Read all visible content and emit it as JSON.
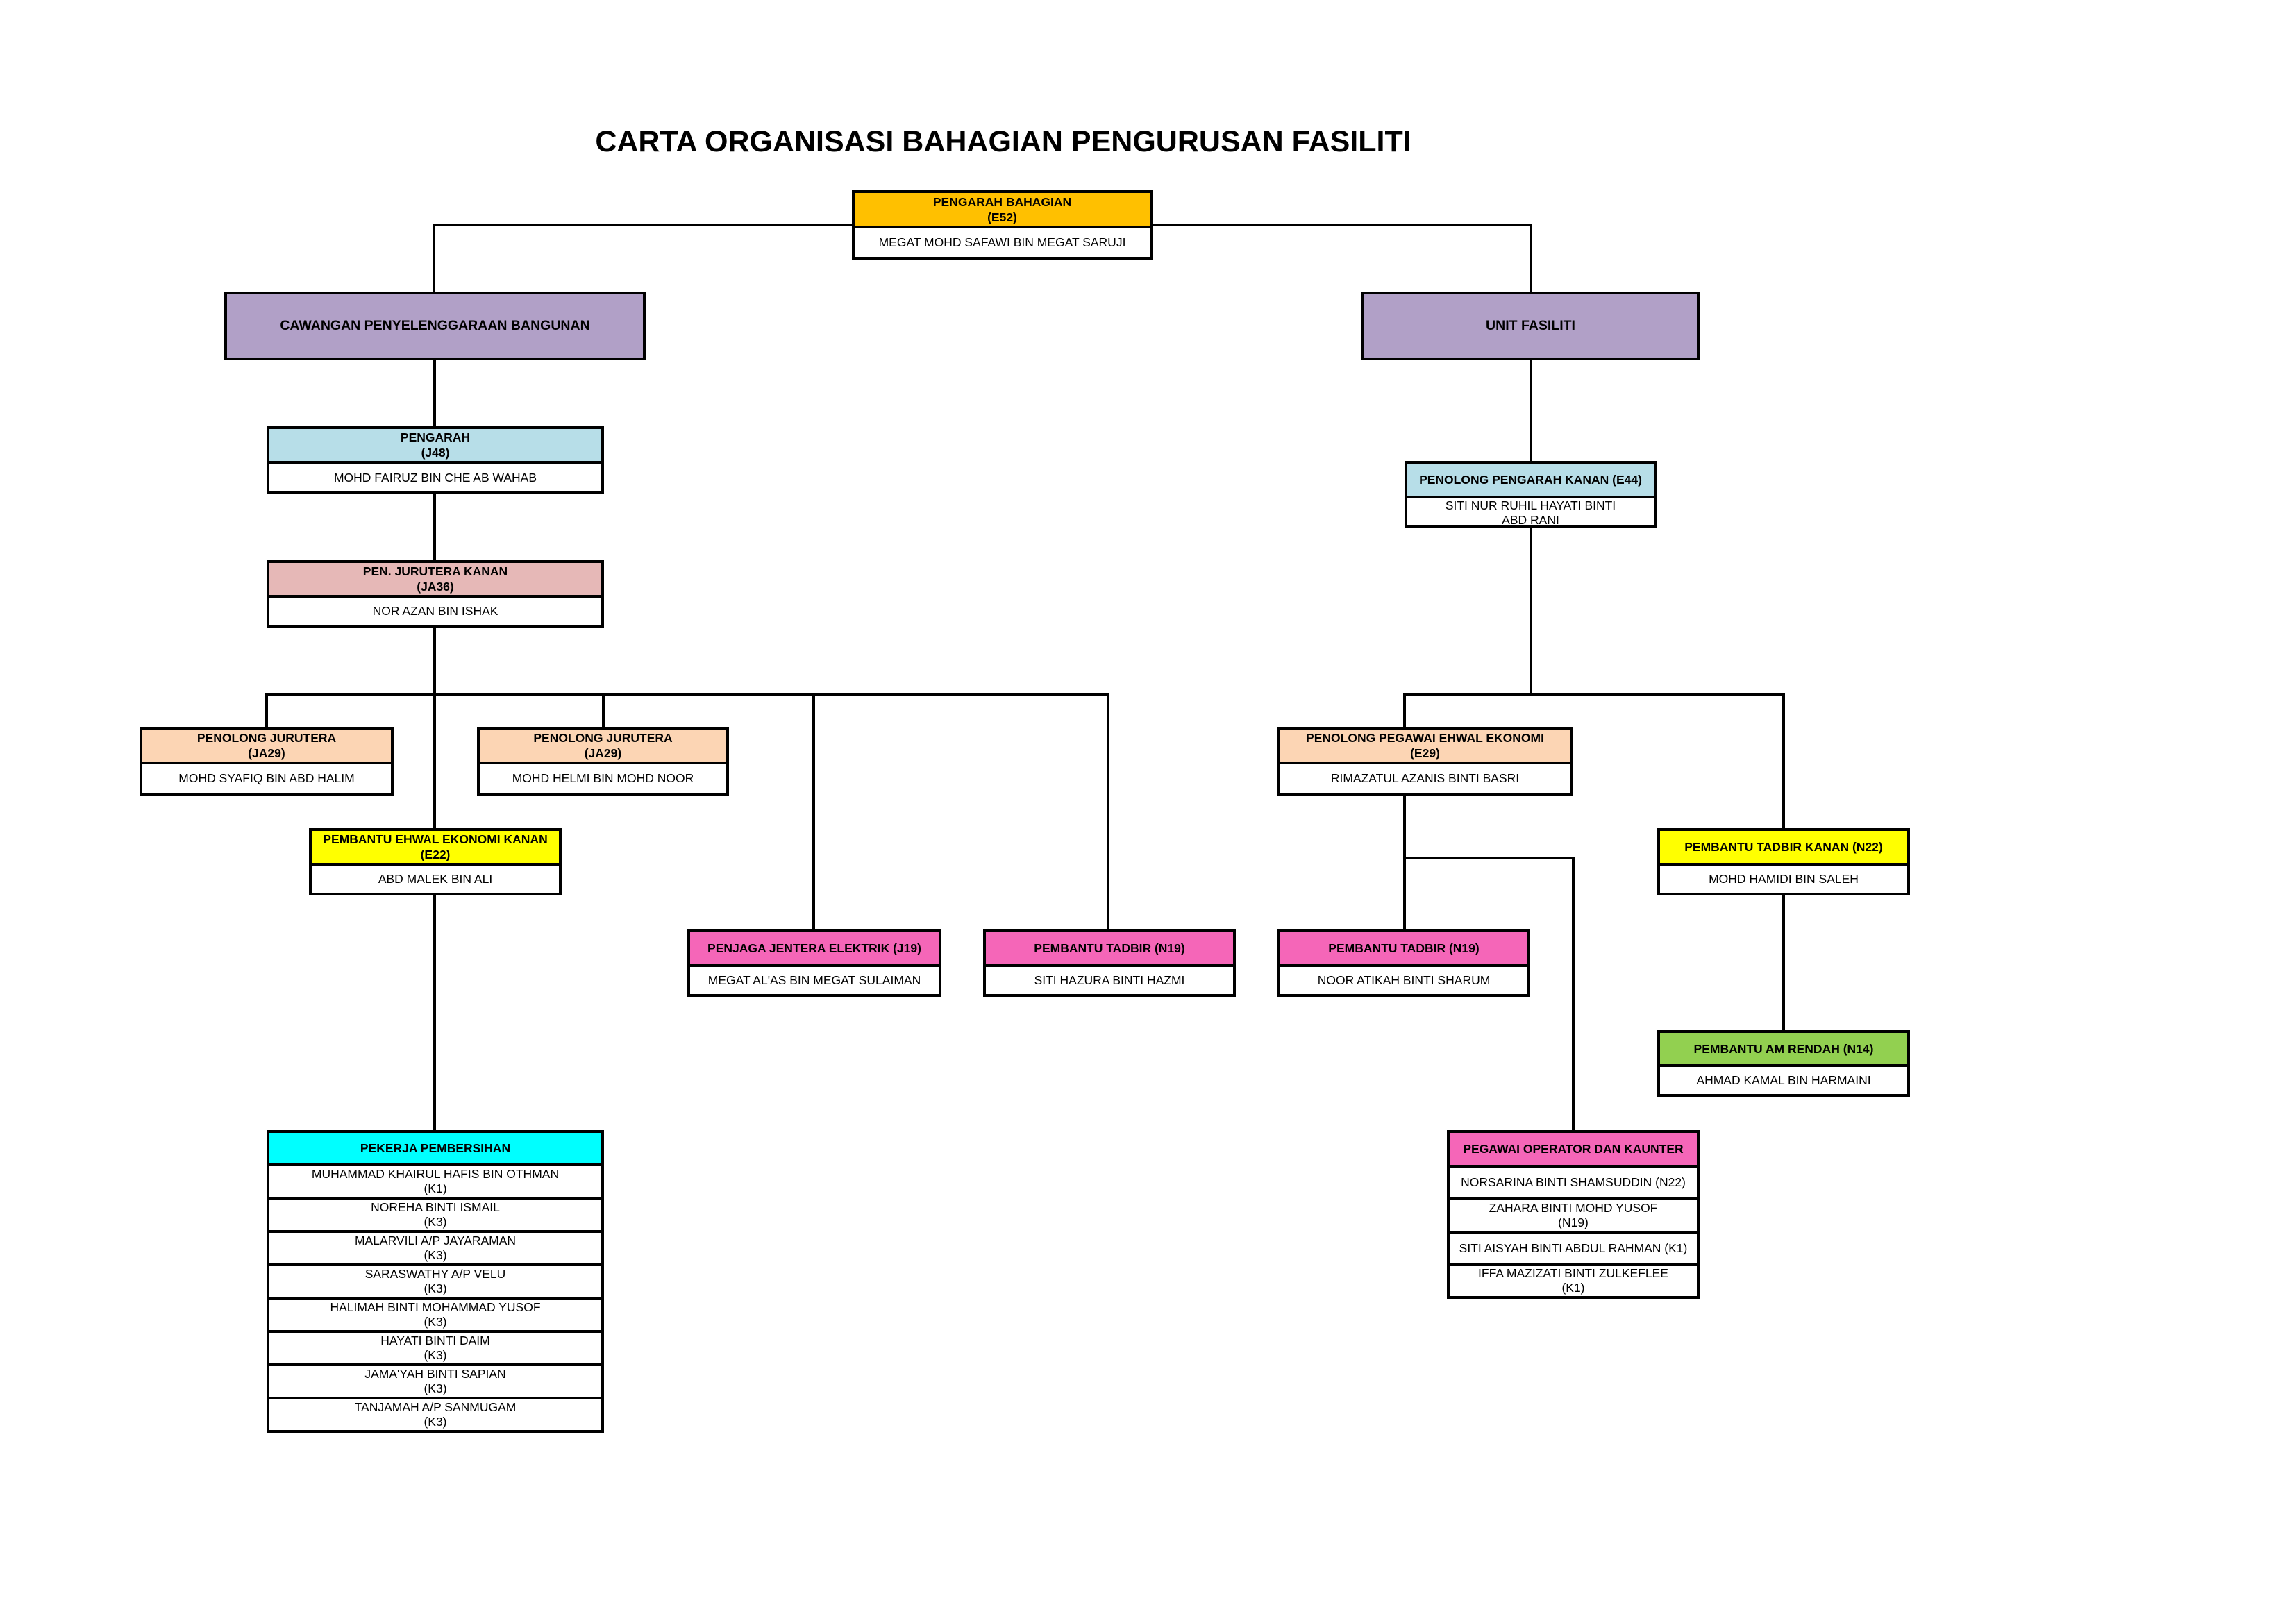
{
  "title": "CARTA ORGANISASI BAHAGIAN PENGURUSAN FASILITI",
  "colors": {
    "orange": "#FFC000",
    "lavender": "#B1A0C7",
    "light_blue": "#B7DEE8",
    "rose": "#E6B8B7",
    "peach": "#FCD5B4",
    "yellow": "#FFFF00",
    "pink": "#F566B8",
    "cyan": "#00FFFF",
    "green": "#92D050"
  },
  "top": {
    "title": "PENGARAH BAHAGIAN\n(E52)",
    "members": [
      "MEGAT MOHD SAFAWI BIN MEGAT SARUJI"
    ]
  },
  "branches": {
    "left": "CAWANGAN PENYELENGGARAAN BANGUNAN",
    "right": "UNIT FASILITI"
  },
  "left": {
    "pengarah": {
      "title": "PENGARAH\n(J48)",
      "members": [
        "MOHD FAIRUZ BIN CHE AB WAHAB"
      ]
    },
    "pen_jurutera_kanan": {
      "title": "PEN. JURUTERA KANAN\n(JA36)",
      "members": [
        "NOR AZAN BIN ISHAK"
      ]
    },
    "penolong_jurutera_1": {
      "title": "PENOLONG JURUTERA\n(JA29)",
      "members": [
        "MOHD SYAFIQ BIN ABD HALIM"
      ]
    },
    "penolong_jurutera_2": {
      "title": "PENOLONG JURUTERA\n(JA29)",
      "members": [
        "MOHD HELMI BIN MOHD NOOR"
      ]
    },
    "pembantu_ehwal": {
      "title": "PEMBANTU EHWAL EKONOMI KANAN\n(E22)",
      "members": [
        "ABD MALEK BIN ALI"
      ]
    },
    "penjaga_jentera": {
      "title": "PENJAGA JENTERA ELEKTRIK (J19)",
      "members": [
        "MEGAT AL'AS BIN MEGAT SULAIMAN"
      ]
    },
    "pembantu_tadbir": {
      "title": "PEMBANTU TADBIR (N19)",
      "members": [
        "SITI HAZURA BINTI HAZMI"
      ]
    },
    "pekerja_pembersihan": {
      "title": "PEKERJA PEMBERSIHAN",
      "members": [
        "MUHAMMAD KHAIRUL HAFIS BIN OTHMAN\n(K1)",
        "NOREHA BINTI ISMAIL\n(K3)",
        "MALARVILI A/P JAYARAMAN\n(K3)",
        "SARASWATHY A/P VELU\n(K3)",
        "HALIMAH BINTI MOHAMMAD YUSOF\n(K3)",
        "HAYATI BINTI DAIM\n(K3)",
        "JAMA'YAH BINTI SAPIAN\n(K3)",
        "TANJAMAH A/P SANMUGAM\n(K3)"
      ]
    }
  },
  "right": {
    "penolong_pengarah_kanan": {
      "title": "PENOLONG PENGARAH KANAN (E44)",
      "members": [
        "SITI NUR RUHIL HAYATI BINTI\nABD RANI"
      ]
    },
    "penolong_pegawai_ehwal": {
      "title": "PENOLONG PEGAWAI EHWAL EKONOMI\n(E29)",
      "members": [
        "RIMAZATUL AZANIS BINTI BASRI"
      ]
    },
    "pembantu_tadbir_kanan": {
      "title": "PEMBANTU TADBIR KANAN (N22)",
      "members": [
        "MOHD HAMIDI BIN SALEH"
      ]
    },
    "pembantu_tadbir": {
      "title": "PEMBANTU TADBIR (N19)",
      "members": [
        "NOOR ATIKAH BINTI SHARUM"
      ]
    },
    "pembantu_am_rendah": {
      "title": "PEMBANTU AM RENDAH (N14)",
      "members": [
        "AHMAD KAMAL BIN HARMAINI"
      ]
    },
    "pegawai_operator": {
      "title": "PEGAWAI OPERATOR DAN KAUNTER",
      "members": [
        "NORSARINA BINTI SHAMSUDDIN (N22)",
        "ZAHARA BINTI MOHD YUSOF\n(N19)",
        "SITI AISYAH BINTI ABDUL RAHMAN (K1)",
        "IFFA MAZIZATI BINTI ZULKEFLEE\n(K1)"
      ]
    }
  }
}
